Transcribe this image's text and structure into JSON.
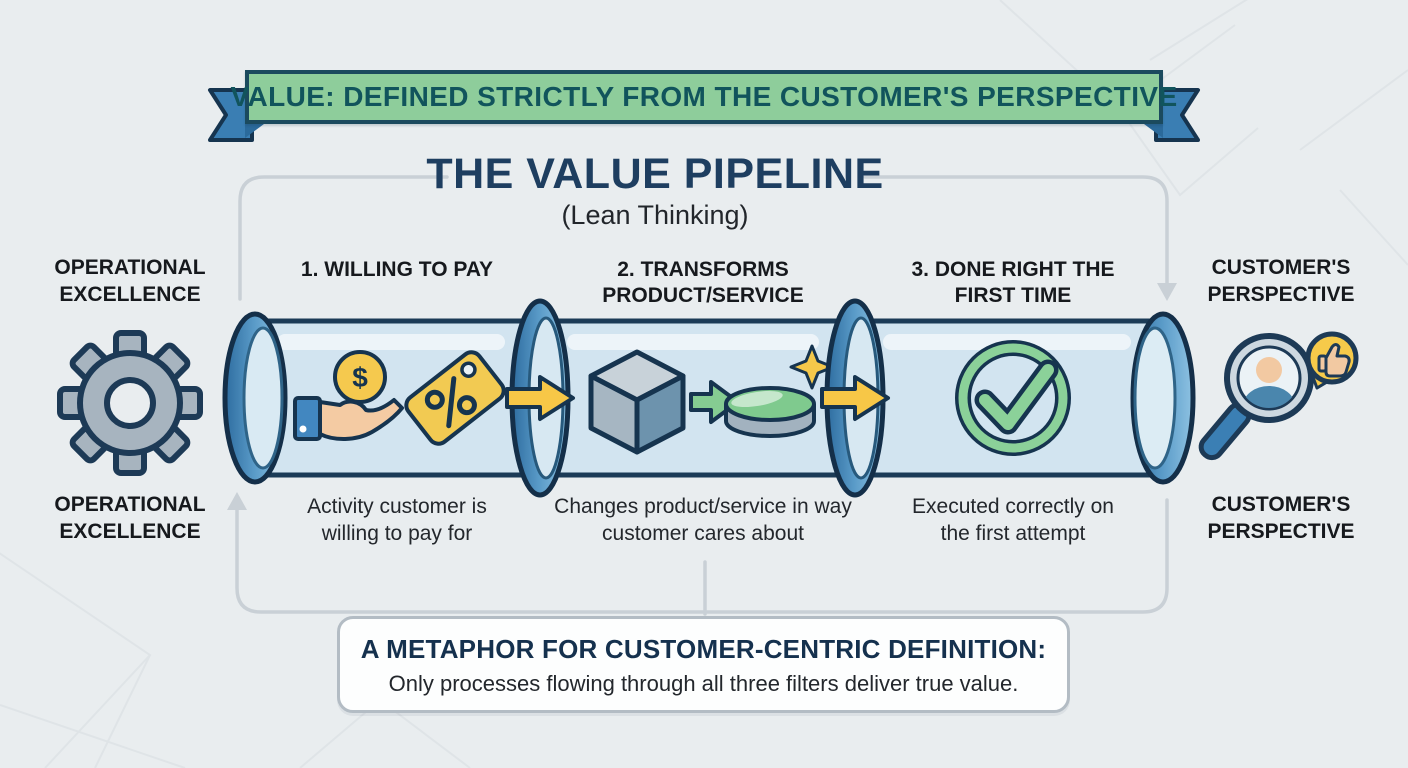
{
  "banner": {
    "text": "VALUE: DEFINED STRICTLY FROM THE CUSTOMER'S PERSPECTIVE"
  },
  "title": {
    "text": "THE VALUE PIPELINE",
    "subtitle": "(Lean Thinking)"
  },
  "sides": {
    "left_top": "OPERATIONAL EXCELLENCE",
    "left_bottom": "OPERATIONAL EXCELLENCE",
    "left_icon": "gear-icon",
    "right_top": "CUSTOMER'S PERSPECTIVE",
    "right_bottom": "CUSTOMER'S PERSPECTIVE",
    "right_icon": "customer-magnifier-icon"
  },
  "steps": [
    {
      "label": "1. WILLING TO PAY",
      "caption": "Activity customer is willing to pay for",
      "icons": [
        "hand-coin-icon",
        "price-tag-icon"
      ]
    },
    {
      "label": "2. TRANSFORMS PRODUCT/SERVICE",
      "caption": "Changes product/service in way customer cares about",
      "icons": [
        "cube-icon",
        "transform-arrow-icon",
        "sparkle-disc-icon"
      ]
    },
    {
      "label": "3. DONE RIGHT THE FIRST TIME",
      "caption": "Executed correctly on the first attempt",
      "icons": [
        "check-circle-icon"
      ]
    }
  ],
  "pipeline": {
    "coin_symbol": "$"
  },
  "footer": {
    "title": "A METAPHOR FOR CUSTOMER-CENTRIC DEFINITION:",
    "subtitle": "Only processes flowing through all three filters deliver true value."
  },
  "colors": {
    "background": "#e9edef",
    "banner_green": "#8ecd9b",
    "banner_text": "#11545c",
    "ribbon_blue": "#3a7eb3",
    "title_navy": "#1e3e60",
    "pipe_body": "#d2e4f0",
    "pipe_outline": "#1b3b57",
    "ring_blue": "#4e92c4",
    "arrow_yellow": "#f7c747",
    "icon_gold": "#f2ca52",
    "icon_green": "#85cc92",
    "connector_gray": "#c9d0d6"
  }
}
